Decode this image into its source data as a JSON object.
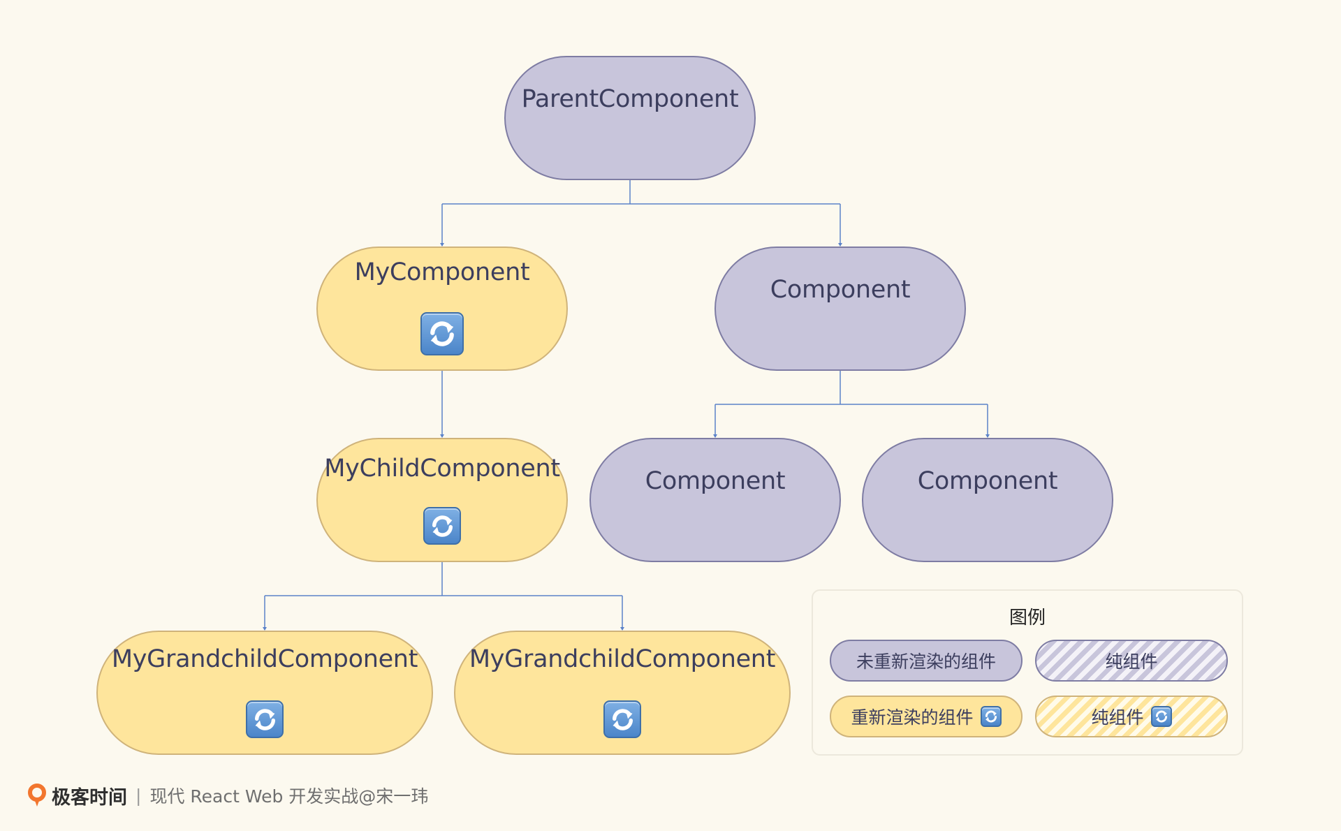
{
  "diagram": {
    "nodes": [
      {
        "id": "parent",
        "label": "ParentComponent",
        "kind": "not-rerendered",
        "refresh": false
      },
      {
        "id": "my-component",
        "label": "MyComponent",
        "kind": "rerendered",
        "refresh": true
      },
      {
        "id": "component-a",
        "label": "Component",
        "kind": "not-rerendered",
        "refresh": false
      },
      {
        "id": "my-child",
        "label": "MyChildComponent",
        "kind": "rerendered",
        "refresh": true
      },
      {
        "id": "component-b",
        "label": "Component",
        "kind": "not-rerendered",
        "refresh": false
      },
      {
        "id": "component-c",
        "label": "Component",
        "kind": "not-rerendered",
        "refresh": false
      },
      {
        "id": "grandchild-1",
        "label": "MyGrandchildComponent",
        "kind": "rerendered",
        "refresh": true
      },
      {
        "id": "grandchild-2",
        "label": "MyGrandchildComponent",
        "kind": "rerendered",
        "refresh": true
      }
    ],
    "edges": [
      [
        "parent",
        "my-component"
      ],
      [
        "parent",
        "component-a"
      ],
      [
        "my-component",
        "my-child"
      ],
      [
        "component-a",
        "component-b"
      ],
      [
        "component-a",
        "component-c"
      ],
      [
        "my-child",
        "grandchild-1"
      ],
      [
        "my-child",
        "grandchild-2"
      ]
    ]
  },
  "legend": {
    "title": "图例",
    "items": [
      {
        "label": "未重新渲染的组件",
        "style": "grey",
        "refresh": false
      },
      {
        "label": "纯组件",
        "style": "grey-stripe",
        "refresh": false
      },
      {
        "label": "重新渲染的组件",
        "style": "yellow",
        "refresh": true
      },
      {
        "label": "纯组件",
        "style": "yellow-stripe",
        "refresh": true
      }
    ]
  },
  "footer": {
    "brand": "极客时间",
    "separator": "|",
    "course": "现代 React Web 开发实战@宋一玮"
  },
  "colors": {
    "not_rerendered": "#c8c5db",
    "rerendered": "#fee59c",
    "connector": "#5b82c9",
    "brand_orange": "#f2762e"
  },
  "icons": {
    "refresh": "refresh-arrows-icon",
    "brand": "geektime-logo-icon"
  }
}
